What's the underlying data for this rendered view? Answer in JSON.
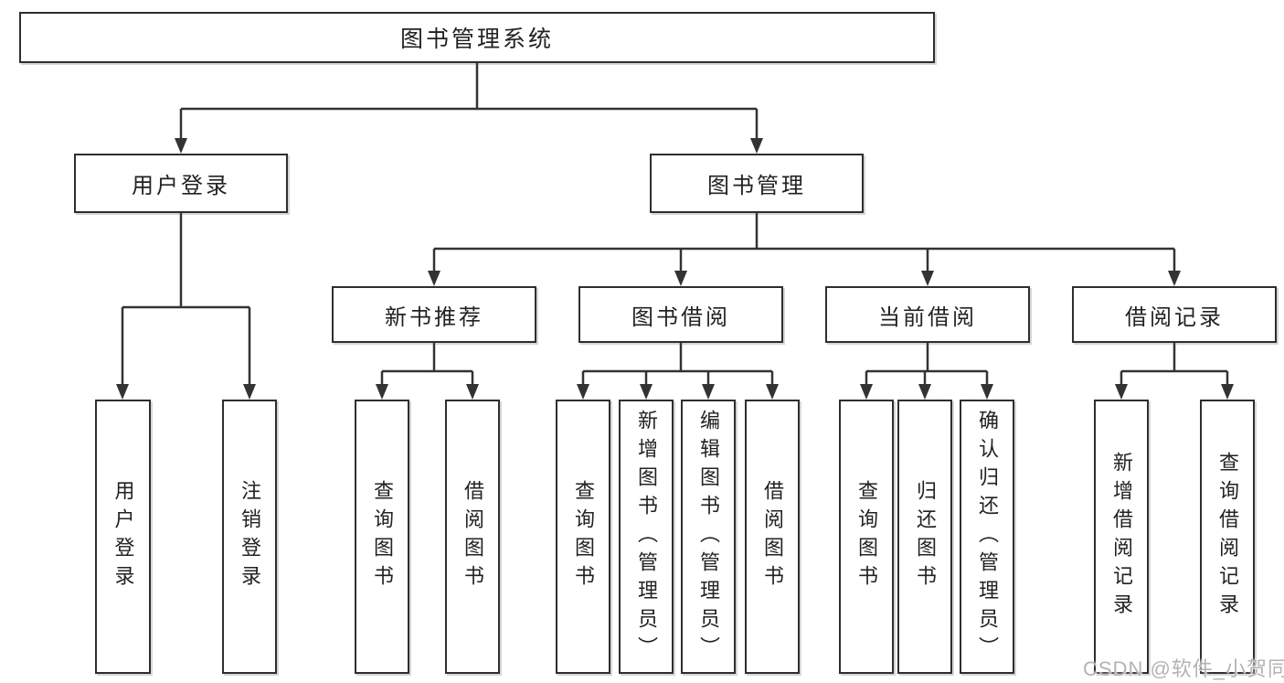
{
  "diagram": {
    "root": {
      "label": "图书管理系统"
    },
    "branches": [
      {
        "label": "用户登录",
        "children": [
          {
            "label": "用户登录"
          },
          {
            "label": "注销登录"
          }
        ]
      },
      {
        "label": "图书管理",
        "sections": [
          {
            "label": "新书推荐",
            "children": [
              {
                "label": "查询图书"
              },
              {
                "label": "借阅图书"
              }
            ]
          },
          {
            "label": "图书借阅",
            "children": [
              {
                "label": "查询图书"
              },
              {
                "label": "新增图书（管理员）"
              },
              {
                "label": "编辑图书（管理员）"
              },
              {
                "label": "借阅图书"
              }
            ]
          },
          {
            "label": "当前借阅",
            "children": [
              {
                "label": "查询图书"
              },
              {
                "label": "归还图书"
              },
              {
                "label": "确认归还（管理员）"
              }
            ]
          },
          {
            "label": "借阅记录",
            "children": [
              {
                "label": "新增借阅记录"
              },
              {
                "label": "查询借阅记录"
              }
            ]
          }
        ]
      }
    ]
  },
  "watermark": {
    "text": "CSDN @软件_小贺同学"
  },
  "colors": {
    "line": "#333333",
    "box_border": "#2e2e2e",
    "text": "#222222",
    "background": "#ffffff",
    "watermark": "#b5b2b2"
  }
}
